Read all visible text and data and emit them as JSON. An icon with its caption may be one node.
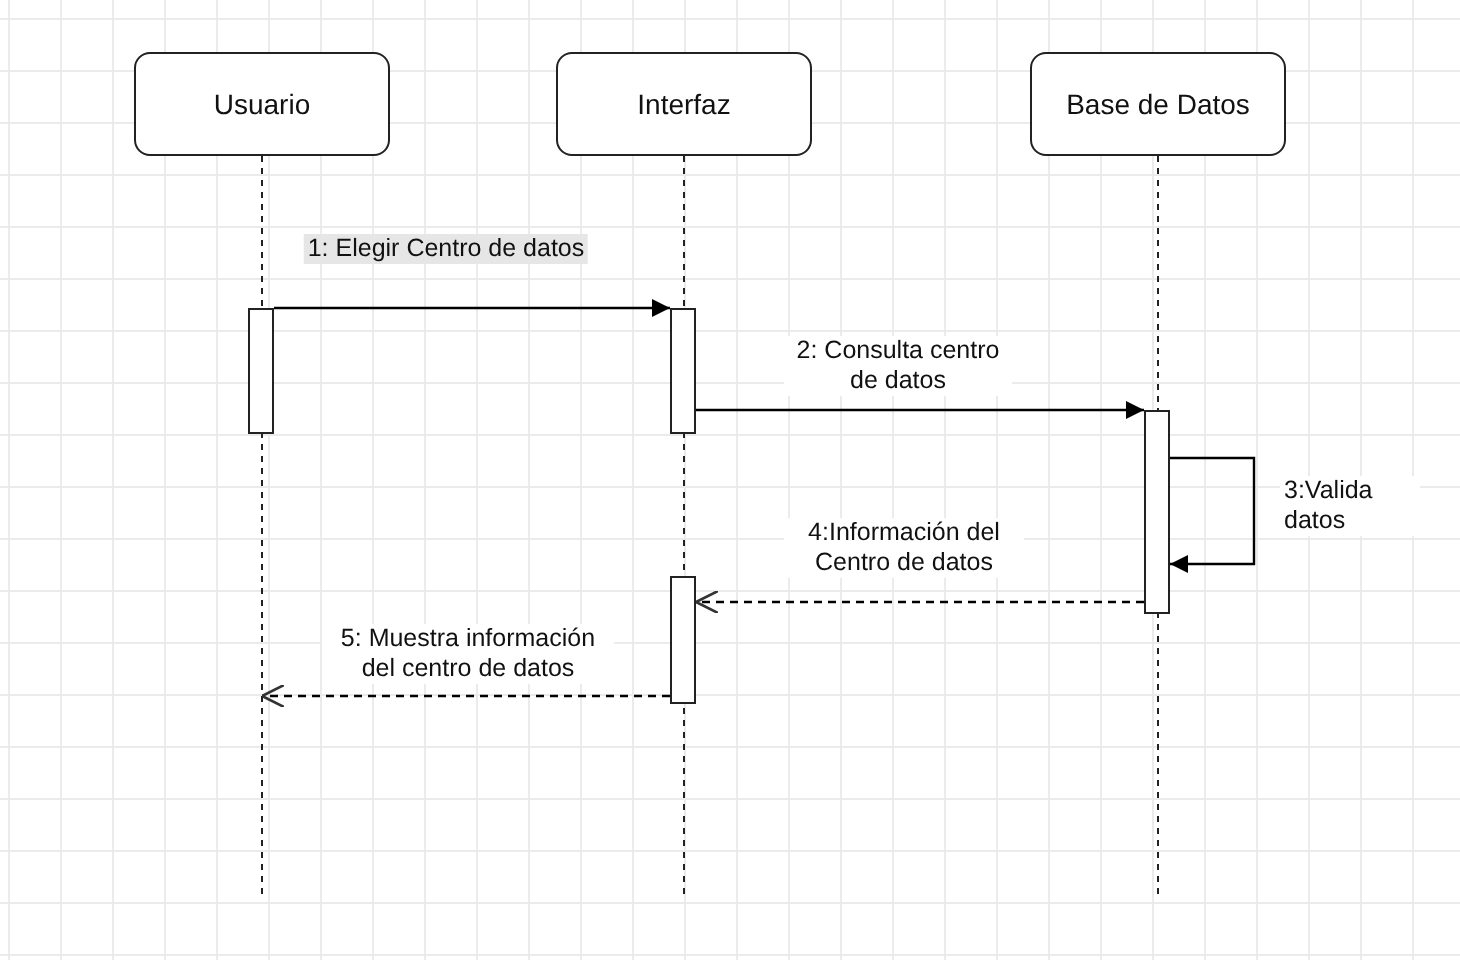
{
  "diagram": {
    "nodes": [
      {
        "text": [
          "Usuario"
        ]
      },
      {
        "text": [
          "Interfaz"
        ]
      },
      {
        "text": [
          "Base de Datos"
        ]
      },
      {
        "text": [],
        "shape": "bar"
      },
      {
        "text": [],
        "shape": "bar"
      },
      {
        "text": [],
        "shape": "bar"
      },
      {
        "text": [],
        "shape": "bar"
      }
    ],
    "edges": [
      {
        "from": 3,
        "to": 4,
        "arrow": "to",
        "label": "1: Elegir Centro de datos"
      },
      {
        "from": 4,
        "to": 6,
        "arrow": "to",
        "label": "2: Consulta centro de datos"
      },
      {
        "from": 6,
        "to": 6,
        "arrow": "to",
        "label": "3:Valida datos"
      },
      {
        "from": 6,
        "to": 5,
        "arrow": "to",
        "label": "4:Información del Centro de datos",
        "style": "dashed"
      },
      {
        "from": 5,
        "to": null,
        "arrow": "to",
        "label": "5: Muestra información del centro de datos",
        "style": "dashed"
      }
    ]
  }
}
